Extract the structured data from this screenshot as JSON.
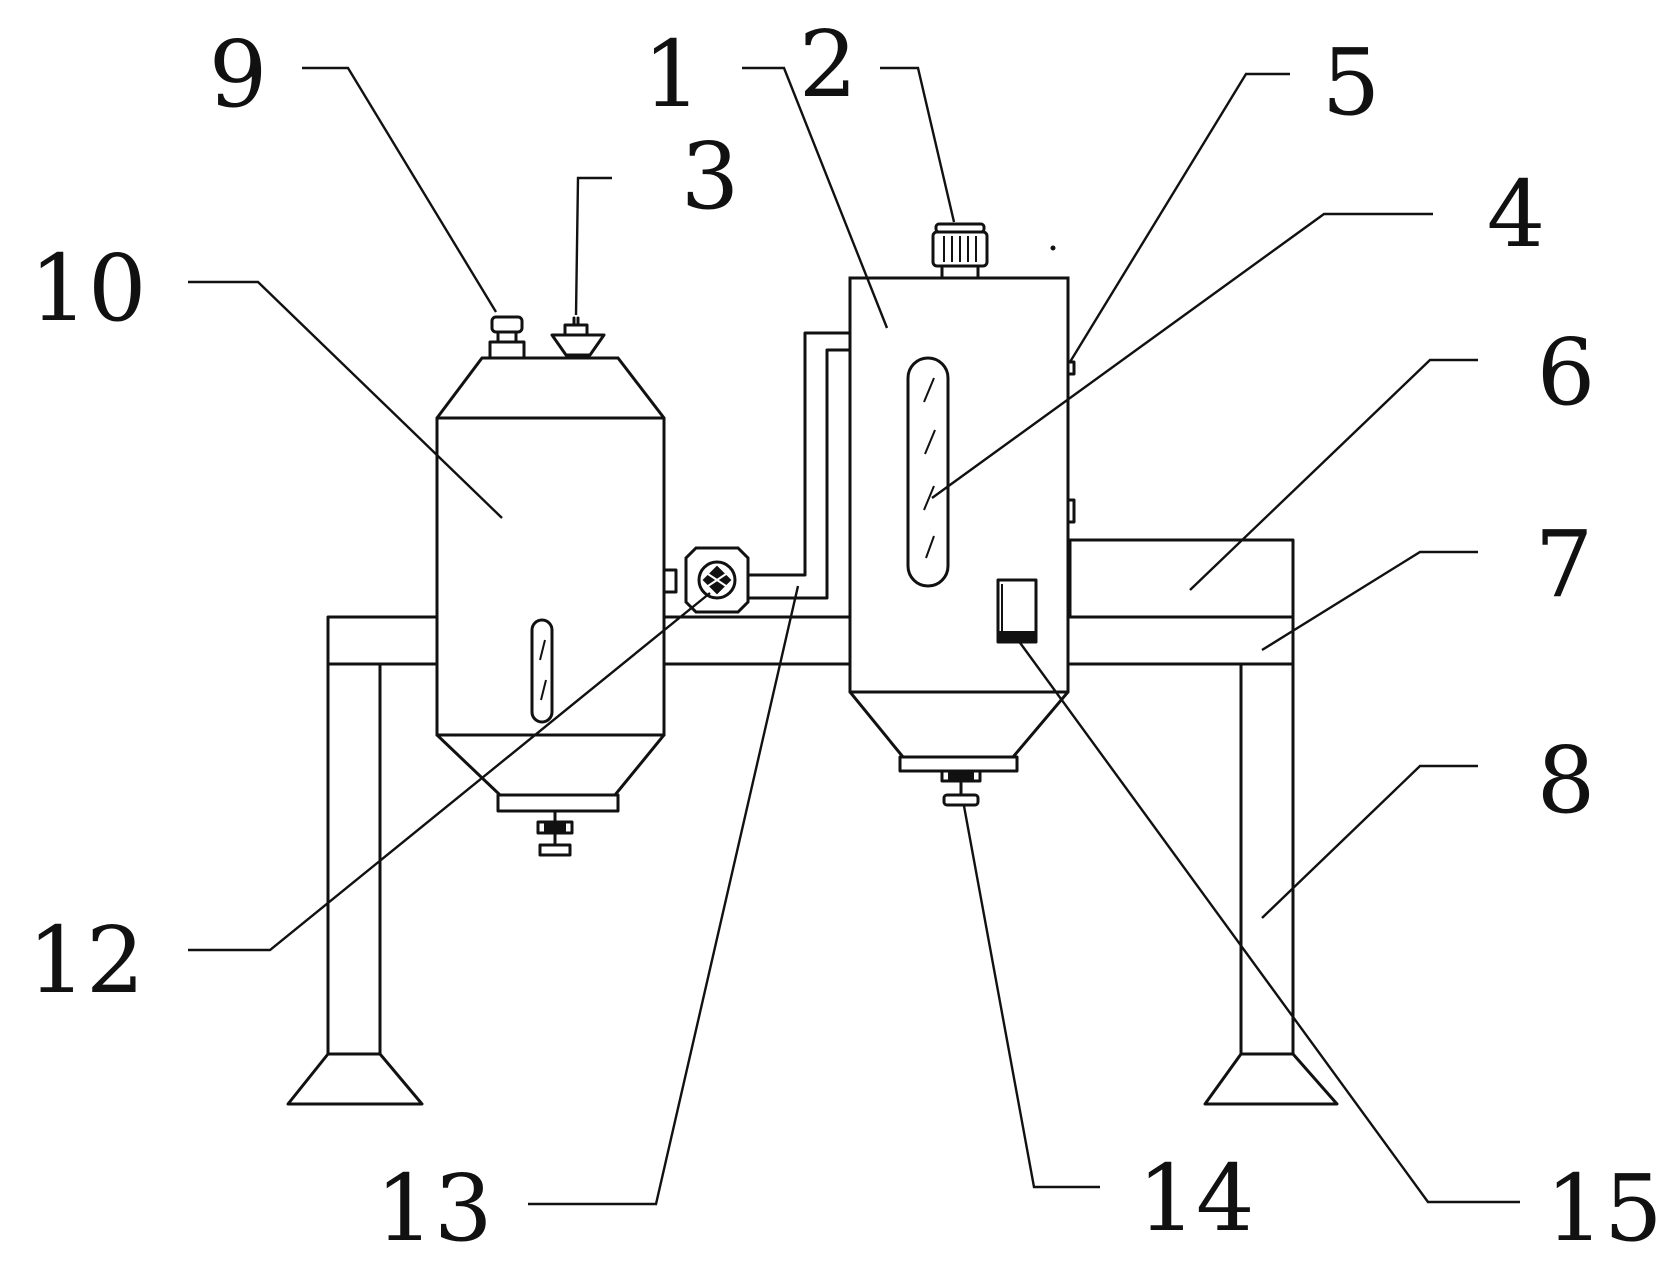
{
  "labels": {
    "l1": "1",
    "l2": "2",
    "l3": "3",
    "l4": "4",
    "l5": "5",
    "l6": "6",
    "l7": "7",
    "l8": "8",
    "l9": "9",
    "l10": "10",
    "l12": "12",
    "l13": "13",
    "l14": "14",
    "l15": "15"
  },
  "colors": {
    "line": "#111111",
    "background": "#ffffff"
  }
}
